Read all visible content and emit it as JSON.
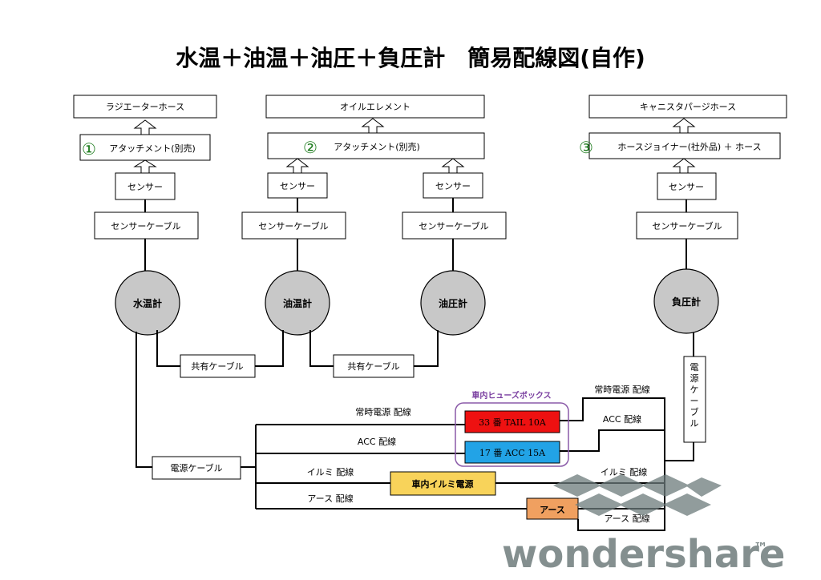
{
  "title": "水温＋油温＋油圧＋負圧計　簡易配線図(自作)",
  "colors": {
    "numbers": "#1a7a1a",
    "gauge_fill": "#c8c8c8",
    "fuse_tail": "#ee1111",
    "fuse_acc": "#22a3e6",
    "illumi_fuse": "#f8d35a",
    "ground": "#f0a060",
    "fusebox_border": "#8a5aa8",
    "fusebox_title": "#7a3fa0",
    "watermark": "#5c6a6a"
  },
  "targets": {
    "radiator_hose": "ラジエーターホース",
    "oil_element": "オイルエレメント",
    "canister_hose": "キャニスタパージホース"
  },
  "attachments": {
    "a1": {
      "num": "①",
      "label": "アタッチメント(別売)"
    },
    "a2": {
      "num": "②",
      "label": "アタッチメント(別売)"
    },
    "a3": {
      "num": "③",
      "label": "ホースジョイナー(社外品) ＋ ホース"
    }
  },
  "labels": {
    "sensor": "センサー",
    "sensor_cable": "センサーケーブル",
    "shared_cable": "共有ケーブル",
    "power_cable": "電源ケーブル",
    "power_cable_vertical": "電源ケーブル"
  },
  "gauges": {
    "water": "水温計",
    "oil_temp": "油温計",
    "oil_press": "油圧計",
    "vacuum": "負圧計"
  },
  "fusebox": {
    "title": "車内ヒューズボックス",
    "tail": "33 番  TAIL 10A",
    "acc": "17 番  ACC 15A"
  },
  "wiring": {
    "constant_left": "常時電源  配線",
    "acc_left": "ACC  配線",
    "illumi_left": "イルミ  配線",
    "ground_left": "アース  配線",
    "constant_right": "常時電源  配線",
    "acc_right": "ACC  配線",
    "illumi_right": "イルミ  配線",
    "ground_right": "アース  配線"
  },
  "illumi_source": "車内イルミ電源",
  "ground": "アース",
  "watermark": {
    "text": "wondershare",
    "tm": "™"
  }
}
